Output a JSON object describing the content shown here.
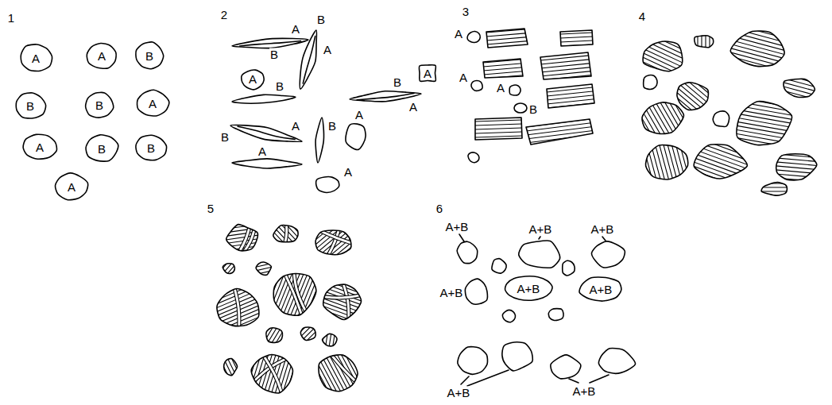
{
  "diagram": {
    "nodes": [
      {
        "text": [
          "A"
        ]
      },
      {
        "text": [
          "A"
        ]
      },
      {
        "text": [
          "B"
        ]
      },
      {
        "text": [
          "B"
        ]
      },
      {
        "text": [
          "B"
        ]
      },
      {
        "text": [
          "A"
        ]
      },
      {
        "text": [
          "A"
        ]
      },
      {
        "text": [
          "B"
        ]
      },
      {
        "text": [
          "B"
        ]
      },
      {
        "text": [
          "A"
        ]
      },
      {
        "text": [
          "A"
        ]
      },
      {
        "text": [
          "A"
        ]
      },
      {
        "text": [
          "A+B"
        ]
      },
      {
        "text": [
          "A+B"
        ]
      }
    ],
    "labels": [
      "1",
      "2",
      "3",
      "4",
      "5",
      "6",
      "A",
      "B",
      "B",
      "A",
      "B",
      "B",
      "A",
      "B",
      "A",
      "B",
      "A",
      "A",
      "A",
      "A",
      "A",
      "A",
      "B",
      "A+B",
      "A+B",
      "A+B",
      "A+B",
      "A+B",
      "A+B"
    ]
  }
}
